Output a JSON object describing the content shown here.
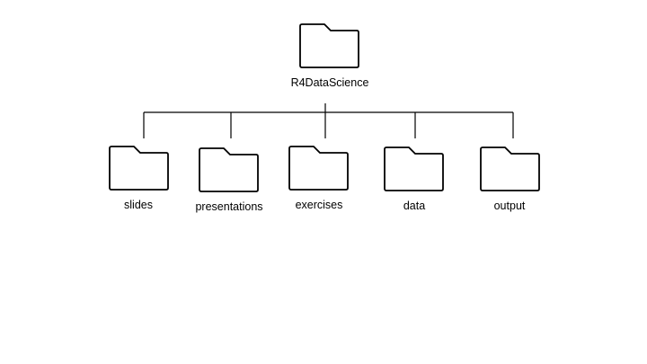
{
  "root": {
    "name": "R4DataScience"
  },
  "children": [
    {
      "name": "slides"
    },
    {
      "name": "presentations"
    },
    {
      "name": "exercises"
    },
    {
      "name": "data"
    },
    {
      "name": "output"
    }
  ],
  "colors": {
    "stroke": "#000000",
    "background": "#ffffff"
  },
  "icons": {
    "folder": "folder-icon"
  }
}
